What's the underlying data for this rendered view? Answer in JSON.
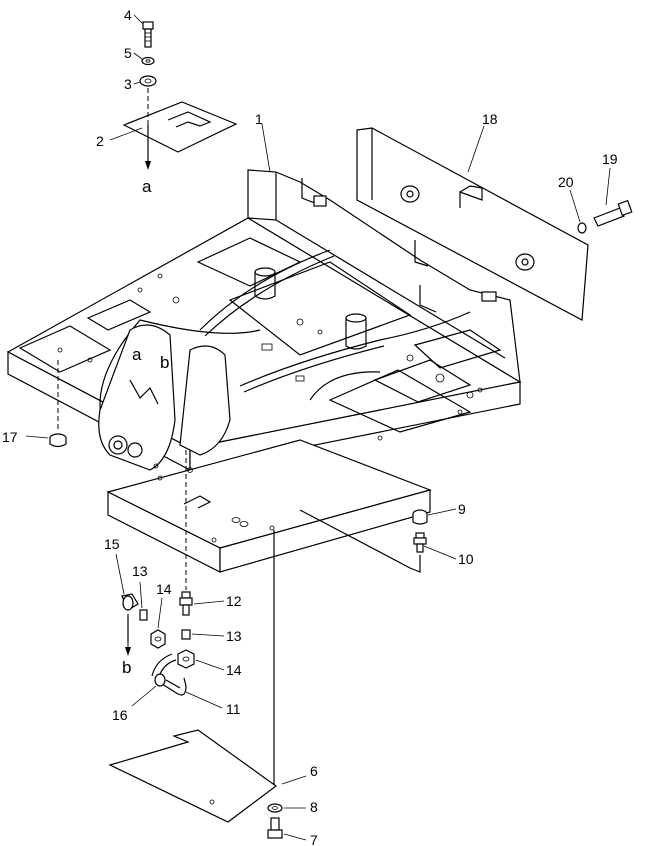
{
  "callouts": [
    {
      "id": "p4",
      "text": "4"
    },
    {
      "id": "p5",
      "text": "5"
    },
    {
      "id": "p3",
      "text": "3"
    },
    {
      "id": "p2",
      "text": "2"
    },
    {
      "id": "pa1",
      "text": "a"
    },
    {
      "id": "p1",
      "text": "1"
    },
    {
      "id": "p18",
      "text": "18"
    },
    {
      "id": "p19",
      "text": "19"
    },
    {
      "id": "p20",
      "text": "20"
    },
    {
      "id": "pa2",
      "text": "a"
    },
    {
      "id": "pb1",
      "text": "b"
    },
    {
      "id": "p17",
      "text": "17"
    },
    {
      "id": "p9",
      "text": "9"
    },
    {
      "id": "p10",
      "text": "10"
    },
    {
      "id": "p15",
      "text": "15"
    },
    {
      "id": "p13a",
      "text": "13"
    },
    {
      "id": "p14a",
      "text": "14"
    },
    {
      "id": "p12",
      "text": "12"
    },
    {
      "id": "p13b",
      "text": "13"
    },
    {
      "id": "pb2",
      "text": "b"
    },
    {
      "id": "p14b",
      "text": "14"
    },
    {
      "id": "p16",
      "text": "16"
    },
    {
      "id": "p11",
      "text": "11"
    },
    {
      "id": "p6",
      "text": "6"
    },
    {
      "id": "p8",
      "text": "8"
    },
    {
      "id": "p7",
      "text": "7"
    }
  ]
}
